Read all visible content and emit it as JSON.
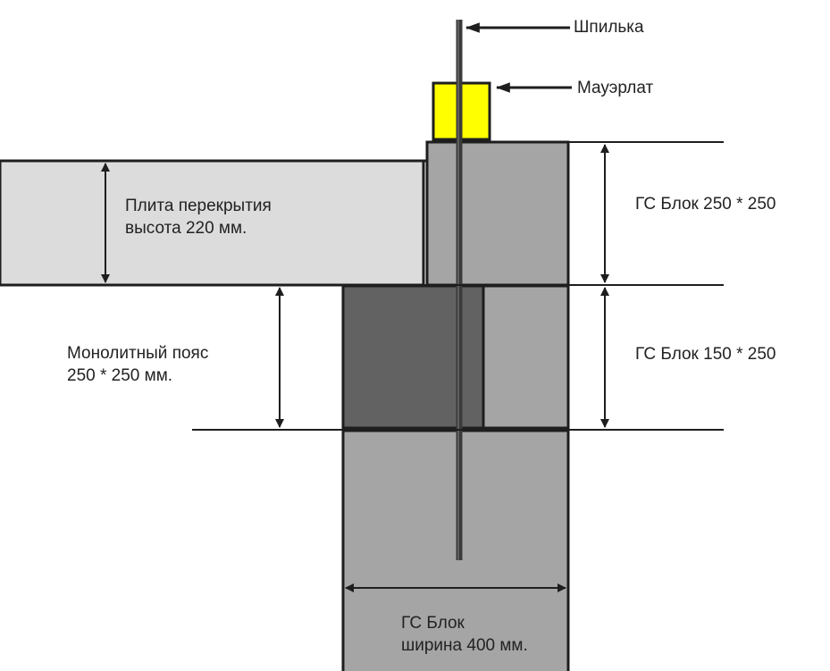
{
  "colors": {
    "slab": "#dcdcdc",
    "block": "#a5a5a5",
    "monolith": "#626262",
    "mauerlat": "#ffff00",
    "outline": "#1e1e1e",
    "text": "#222222"
  },
  "labels": {
    "stud": "Шпилька",
    "mauerlat": "Мауэрлат",
    "slab": [
      "Плита перекрытия",
      "высота 220 мм."
    ],
    "monolith_belt": [
      "Монолитный пояс",
      "250 * 250 мм."
    ],
    "block_top": "ГС Блок 250 * 250",
    "block_mid": "ГС Блок 150 * 250",
    "block_bottom": [
      "ГС Блок",
      "ширина 400 мм."
    ]
  }
}
